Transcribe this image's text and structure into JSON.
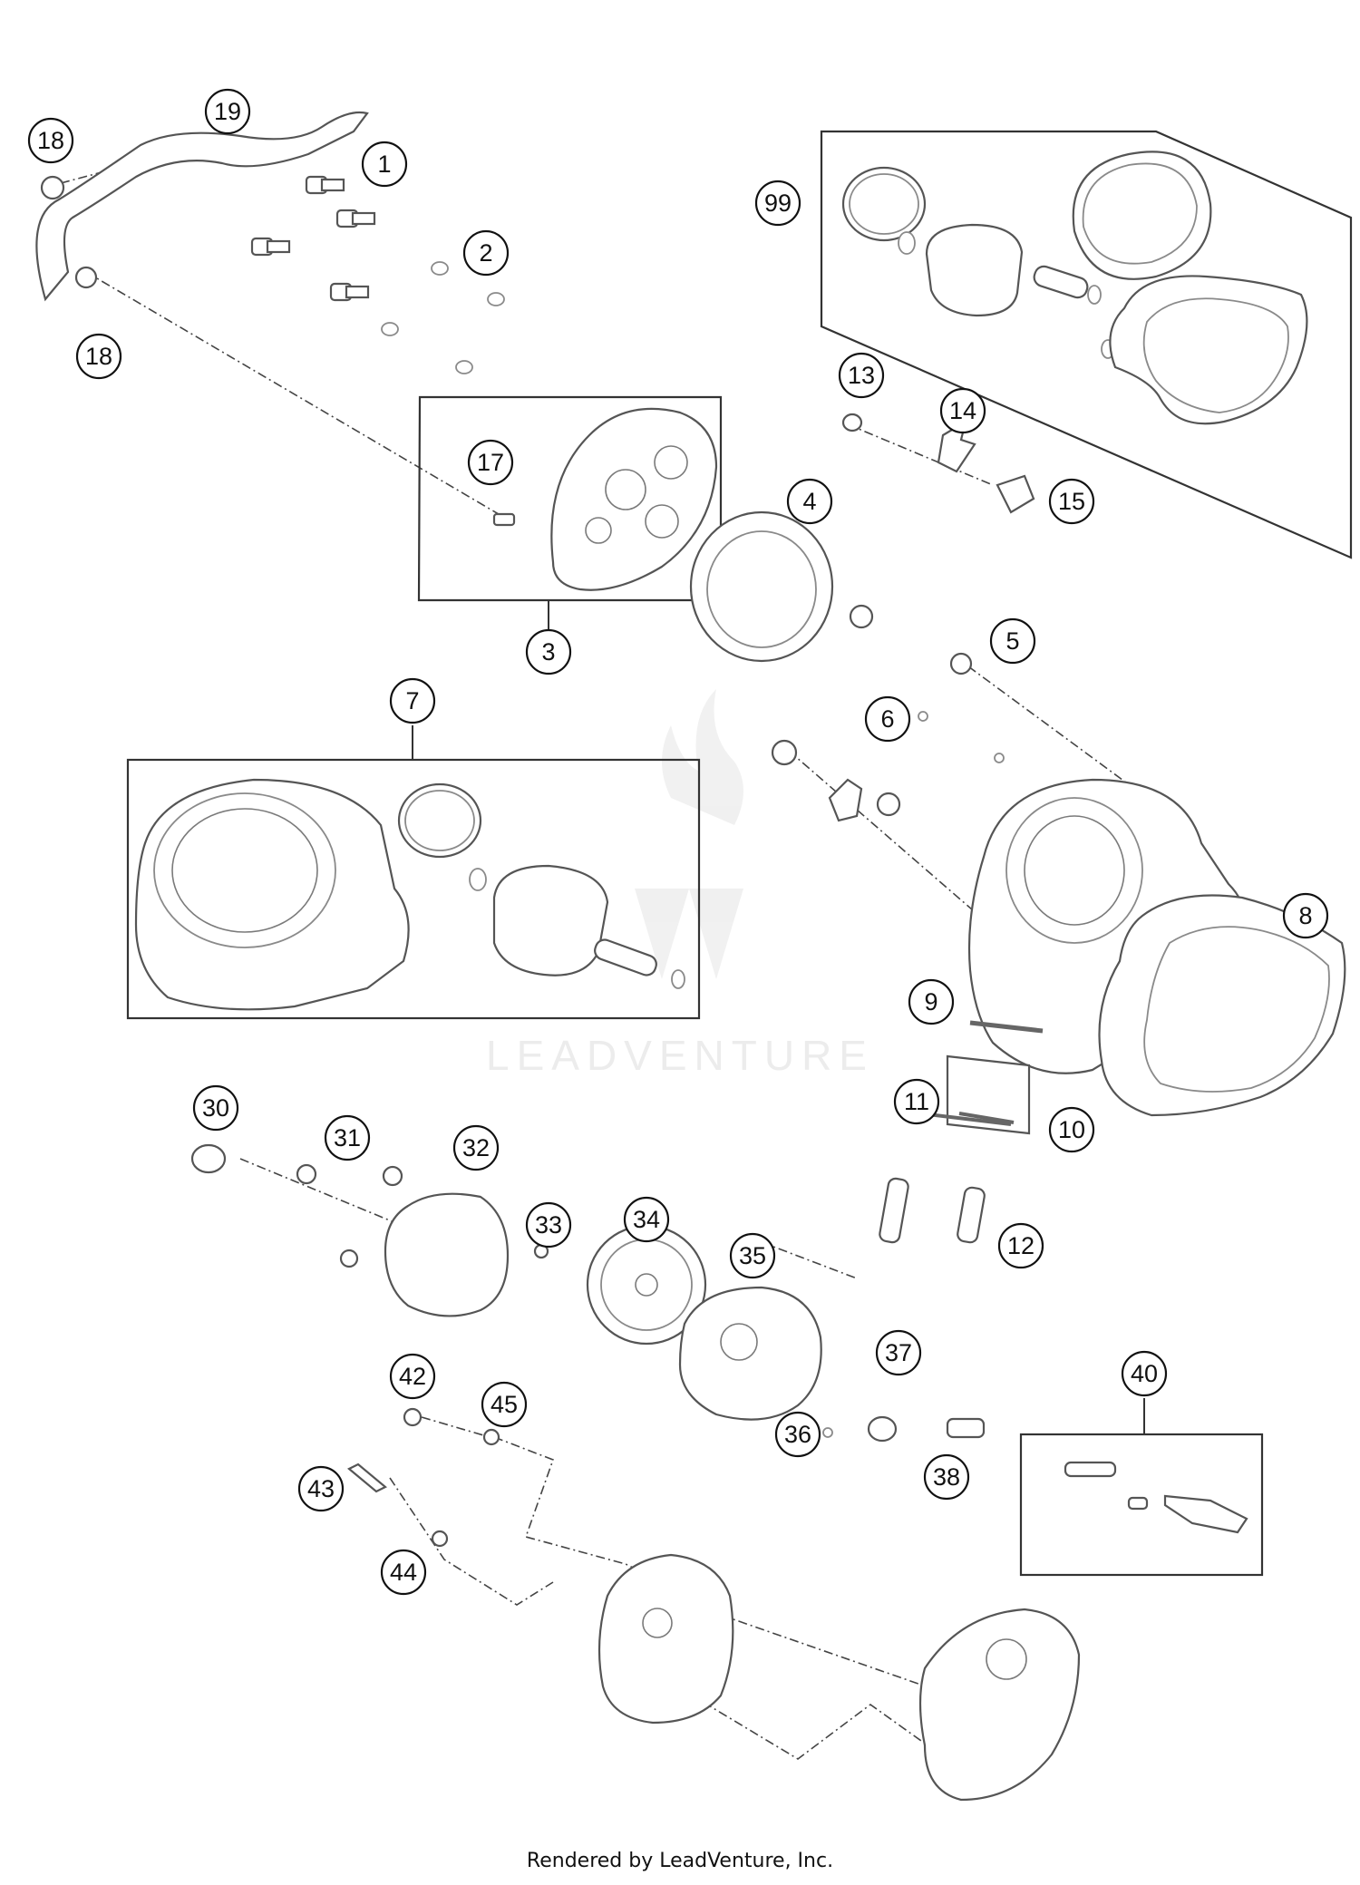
{
  "diagram": {
    "callouts": [
      "1",
      "2",
      "3",
      "4",
      "5",
      "6",
      "7",
      "8",
      "9",
      "10",
      "11",
      "12",
      "13",
      "14",
      "15",
      "17",
      "18",
      "18",
      "19",
      "30",
      "31",
      "32",
      "33",
      "34",
      "35",
      "36",
      "37",
      "38",
      "40",
      "42",
      "43",
      "44",
      "45",
      "99"
    ],
    "watermark": "LEADVENTURE"
  },
  "footer": {
    "text": "Rendered by LeadVenture, Inc."
  }
}
